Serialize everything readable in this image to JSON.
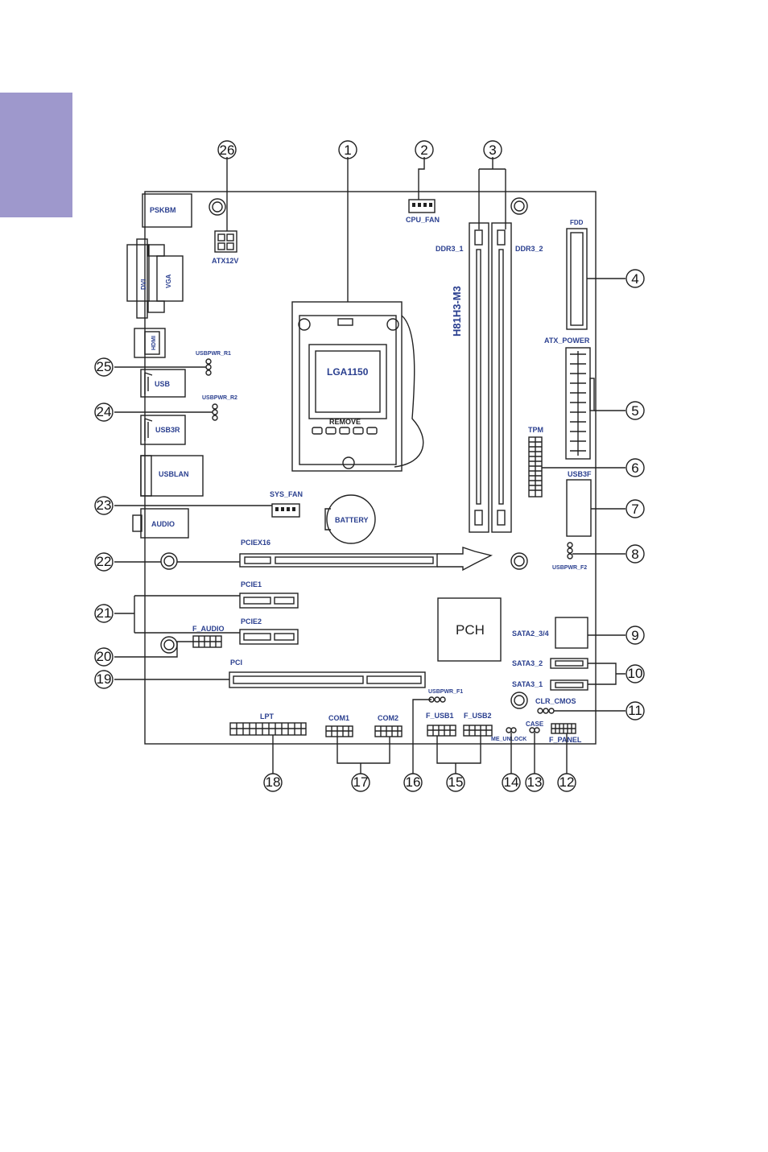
{
  "board": {
    "model": "H81H3-M3",
    "socket": "LGA1150",
    "socket_sub": "REMOVE",
    "chipset": "PCH",
    "battery": "BATTERY"
  },
  "labels": {
    "pskbm": "PSKBM",
    "dvi": "DVI",
    "vga": "VGA",
    "hdmi": "HDMI",
    "usb": "USB",
    "usb3r": "USB3R",
    "usblan": "USBLAN",
    "audio": "AUDIO",
    "atx12v": "ATX12V",
    "cpu_fan": "CPU_FAN",
    "ddr3_1": "DDR3_1",
    "ddr3_2": "DDR3_2",
    "fdd": "FDD",
    "atx_power": "ATX_POWER",
    "tpm": "TPM",
    "usb3f": "USB3F",
    "usbpwr_f2": "USBPWR_F2",
    "sata2_34": "SATA2_3/4",
    "sata3_2": "SATA3_2",
    "sata3_1": "SATA3_1",
    "clr_cmos": "CLR_CMOS",
    "case": "CASE",
    "f_panel": "F_PANEL",
    "me_unlock": "ME_UNLOCK",
    "f_usb1": "F_USB1",
    "f_usb2": "F_USB2",
    "usbpwr_f1": "USBPWR_F1",
    "com1": "COM1",
    "com2": "COM2",
    "lpt": "LPT",
    "pci": "PCI",
    "pcie2": "PCIE2",
    "pcie1": "PCIE1",
    "f_audio": "F_AUDIO",
    "pciex16": "PCIEX16",
    "sys_fan": "SYS_FAN",
    "usbpwr_r1": "USBPWR_R1",
    "usbpwr_r2": "USBPWR_R2"
  },
  "callouts": [
    "1",
    "2",
    "3",
    "4",
    "5",
    "6",
    "7",
    "8",
    "9",
    "10",
    "11",
    "12",
    "13",
    "14",
    "15",
    "16",
    "17",
    "18",
    "19",
    "20",
    "21",
    "22",
    "23",
    "24",
    "25",
    "26"
  ],
  "colors": {
    "side_tab": "#9e98cc",
    "label": "#2a3f8f",
    "line": "#222222"
  }
}
